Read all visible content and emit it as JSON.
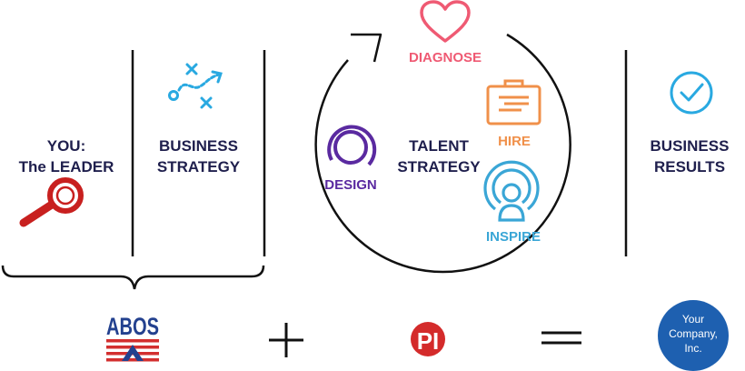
{
  "left": {
    "you_line1": "YOU:",
    "you_line2": "The LEADER",
    "strategy_line1": "BUSINESS",
    "strategy_line2": "STRATEGY"
  },
  "talent": {
    "center_line1": "TALENT",
    "center_line2": "STRATEGY",
    "diagnose": "DIAGNOSE",
    "hire": "HIRE",
    "inspire": "INSPIRE",
    "design": "DESIGN"
  },
  "results": {
    "line1": "BUSINESS",
    "line2": "RESULTS"
  },
  "bottom": {
    "abos_logo_text": "ABOS",
    "pi_logo_text": "PI",
    "company_line1": "Your",
    "company_line2": "Company,",
    "company_line3": "Inc."
  },
  "colors": {
    "dark": "#1f1f4d",
    "diagnose": "#ef5a73",
    "hire": "#f0904a",
    "inspire": "#3aa6d6",
    "design": "#5a2aa0",
    "leader": "#c8201f",
    "blue": "#1e60b0",
    "pi_red": "#d42b2b",
    "abos_red": "#d32f2f",
    "abos_blue": "#23418f"
  }
}
